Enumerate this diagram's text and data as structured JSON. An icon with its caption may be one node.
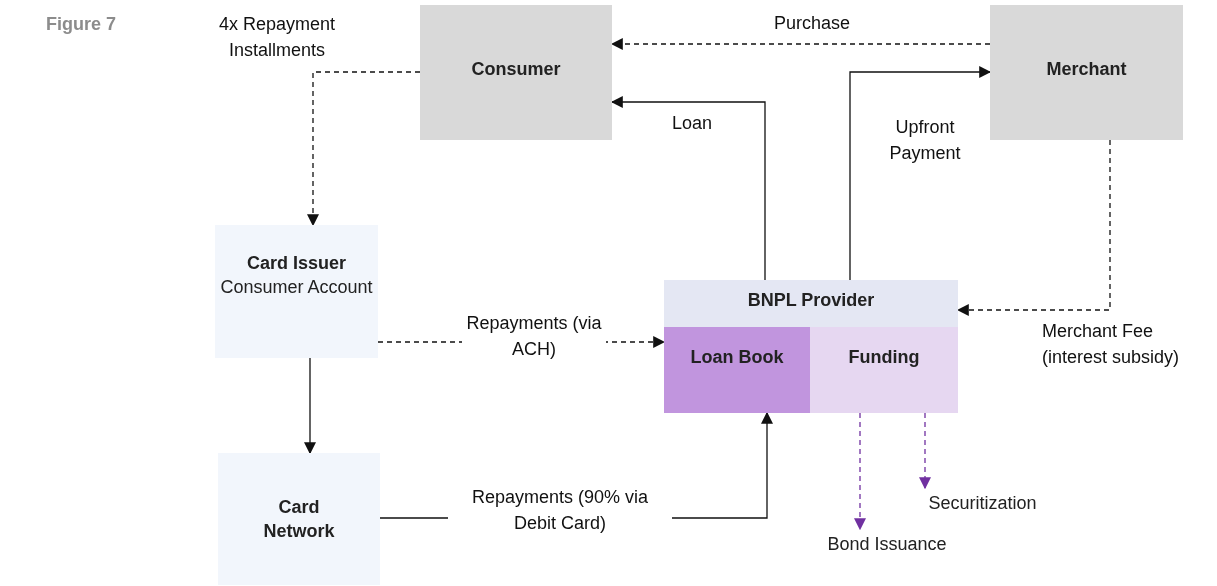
{
  "diagram": {
    "nodes": [
      {
        "text": [
          "Consumer"
        ]
      },
      {
        "text": [
          "Merchant"
        ]
      },
      {
        "text": [
          "Card Issuer",
          "Consumer Account"
        ]
      },
      {
        "text": [
          "Card Network"
        ]
      },
      {
        "text": [
          "BNPL Provider"
        ]
      },
      {
        "text": [
          "Loan Book"
        ],
        "in": 4
      },
      {
        "text": [
          "Funding"
        ],
        "in": 4
      },
      {
        "text": [
          "Bond Issuance"
        ]
      },
      {
        "text": [
          "Securitization"
        ]
      }
    ],
    "edges": [
      {
        "from": 1,
        "to": 0,
        "arrow": "to",
        "label": "Purchase",
        "style": "dashed"
      },
      {
        "from": 4,
        "to": 0,
        "arrow": "to",
        "label": "Loan"
      },
      {
        "from": 4,
        "to": 1,
        "arrow": "to",
        "label": "Upfront Payment"
      },
      {
        "from": 0,
        "to": 2,
        "arrow": "to",
        "label": "4x Repayment Installments",
        "style": "dashed"
      },
      {
        "from": 1,
        "to": 4,
        "arrow": "to",
        "label": "Merchant Fee (interest subsidy)",
        "style": "dashed"
      },
      {
        "from": 2,
        "to": 5,
        "arrow": "to",
        "label": "Repayments (via ACH)",
        "style": "dashed"
      },
      {
        "from": 2,
        "to": 3,
        "arrow": "to"
      },
      {
        "from": 3,
        "to": 5,
        "arrow": "to",
        "label": "Repayments (90% via Debit Card)"
      },
      {
        "from": 6,
        "to": 7,
        "arrow": "to",
        "style": "dashed",
        "color": "#7030a0"
      },
      {
        "from": 6,
        "to": 8,
        "arrow": "to",
        "style": "dashed",
        "color": "#7030a0"
      }
    ],
    "labels": [
      "Figure 7"
    ]
  }
}
